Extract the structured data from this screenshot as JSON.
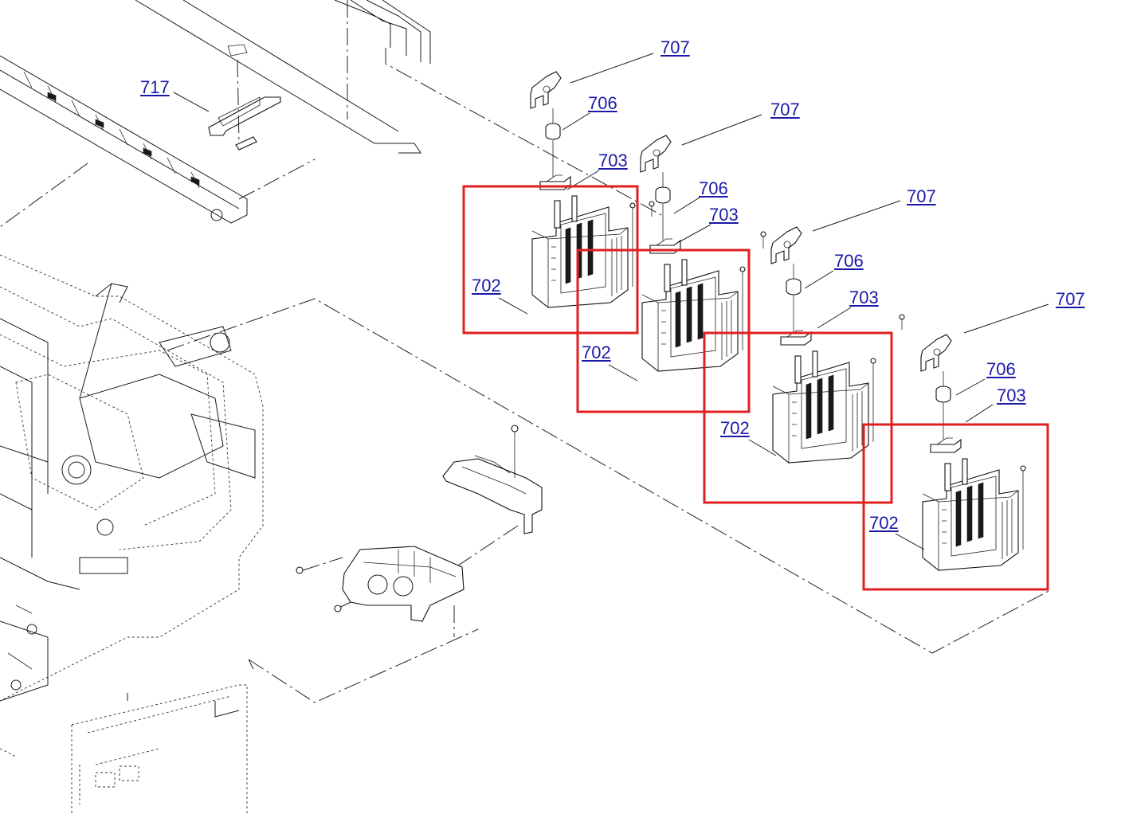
{
  "callouts": {
    "c717": "717",
    "c707a": "707",
    "c706a": "706",
    "c703a": "703",
    "c702a": "702",
    "c707b": "707",
    "c706b": "706",
    "c703b": "703",
    "c702b": "702",
    "c707c": "707",
    "c706c": "706",
    "c703c": "703",
    "c702c": "702",
    "c707d": "707",
    "c706d": "706",
    "c703d": "703",
    "c702d": "702"
  },
  "colors": {
    "highlight": "#e02020",
    "callout_link": "#1a1aa8",
    "line": "#1a1a1a"
  },
  "icons": {
    "highlight_box": "red-rectangle"
  }
}
